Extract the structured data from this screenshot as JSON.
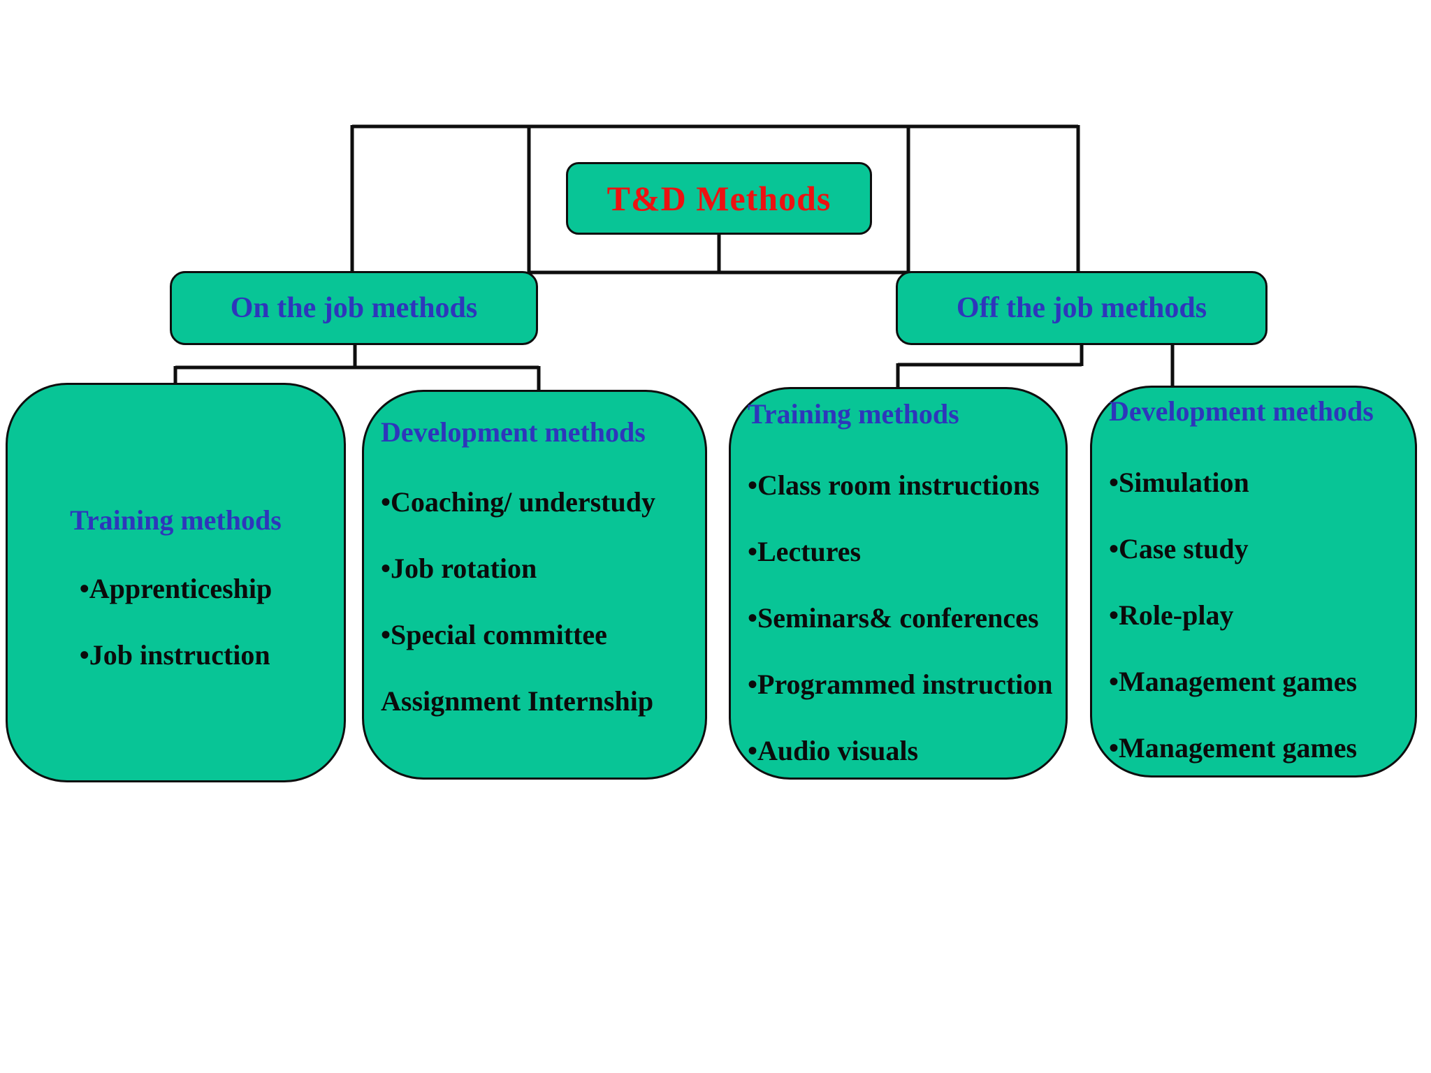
{
  "colors": {
    "fill": "#08C596",
    "border": "#0E0E0E",
    "line": "#0E0E0E",
    "red": "#EE1111",
    "blue": "#2E36BB",
    "black": "#0B0B0B",
    "bg": "#FFFFFF"
  },
  "root": {
    "title": "T&D Methods"
  },
  "branches": [
    {
      "label": "On the job methods"
    },
    {
      "label": "Off the job methods"
    }
  ],
  "leaf_boxes": [
    {
      "header": "Training methods",
      "items": [
        "•Apprenticeship",
        "•Job instruction"
      ]
    },
    {
      "header": "Development methods",
      "items": [
        "•Coaching/ understudy",
        "•Job rotation",
        "•Special committee",
        "Assignment Internship"
      ]
    },
    {
      "header": "Training methods",
      "items": [
        "•Class room instructions",
        "•Lectures",
        "•Seminars& conferences",
        "•Programmed instruction",
        "•Audio visuals"
      ]
    },
    {
      "header": "Development methods",
      "items": [
        "•Simulation",
        "•Case study",
        "•Role-play",
        "•Management games",
        "•Management games"
      ]
    }
  ]
}
